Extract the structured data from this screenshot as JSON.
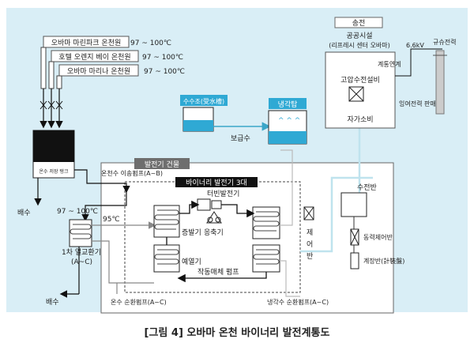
{
  "sources": [
    {
      "name": "오바마 마린파크 온천원",
      "temp": "97 ~ 100℃"
    },
    {
      "name": "호텔 오렌지 베이 온천원",
      "temp": "97 ~ 100℃"
    },
    {
      "name": "오바마 마리나 온천원",
      "temp": "97 ~ 100℃"
    }
  ],
  "hot_spring_tank": "온수 저장 탱크",
  "drain_top": "배수",
  "drain_bottom": "배수",
  "inlet_temp": "97 ~ 100℃",
  "hx_temp": "95℃",
  "primary_hx": "1차 열교환기",
  "primary_hx_sub": "(A~C)",
  "generator_building": "발전기 건물",
  "spring_pump": "온천수 이송펌프(A~B)",
  "binary_gen": "바이너리 발전기 3대",
  "turbine": "터빈발전기",
  "evaporator": "증발기",
  "compressor": "응축기",
  "preheater": "예열기",
  "working_pump": "작동매체 펌프",
  "control_panel": "제\n어\n반",
  "hot_circ_pump": "온수 순환펌프(A~C)",
  "cool_circ_pump": "냉각수 순환펌프(A~C)",
  "water_tank": "수수조(受水槽)",
  "supply_water": "보급수",
  "cooling_tower": "냉각탑",
  "transmission": "송전",
  "public_facility": "공공시설",
  "public_facility_sub": "(리프레시 센터 오바마)",
  "grid_link": "계통연계",
  "voltage": "6.6kV",
  "kyushu": "규슈전력",
  "hv_equipment": "고압수전설비",
  "self_use": "자가소비",
  "surplus": "잉여전력 판매",
  "receiving": "수전반",
  "power_control": "동력제어반",
  "metering": "계장반(計裝盤)",
  "caption": "[그림 4] 오바마 온천 바이너리 발전계통도"
}
